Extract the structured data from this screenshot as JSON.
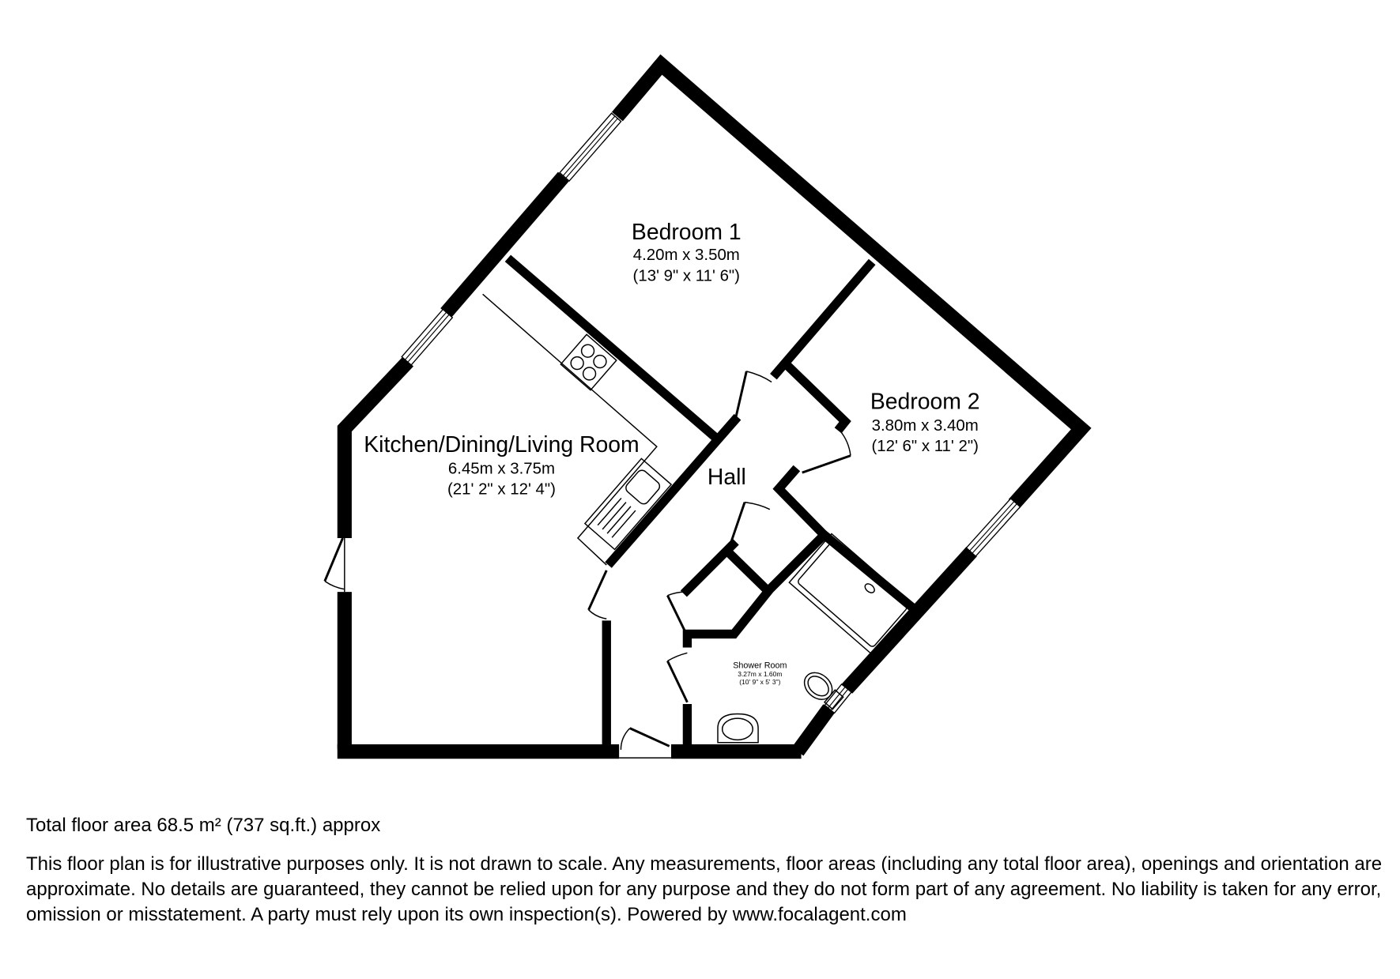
{
  "rooms": {
    "bedroom1": {
      "name": "Bedroom 1",
      "metric": "4.20m x 3.50m",
      "imperial": "(13' 9\" x 11' 6\")"
    },
    "bedroom2": {
      "name": "Bedroom 2",
      "metric": "3.80m x 3.40m",
      "imperial": "(12' 6\" x 11' 2\")"
    },
    "kitchen": {
      "name": "Kitchen/Dining/Living Room",
      "metric": "6.45m x 3.75m",
      "imperial": "(21' 2\" x 12' 4\")"
    },
    "hall": {
      "name": "Hall"
    },
    "shower": {
      "name": "Shower Room",
      "metric": "3.27m x 1.60m",
      "imperial": "(10' 9\" x 5' 3\")"
    }
  },
  "footer": {
    "total_area": "Total floor area 68.5 m² (737 sq.ft.) approx",
    "disclaimer": "This floor plan is for illustrative purposes only. It is not drawn to scale. Any measurements, floor areas (including any total floor area), openings and orientation are approximate. No details are guaranteed, they cannot be relied upon for any purpose and they do not form part of any agreement. No liability is taken for any error, omission or misstatement. A party must rely upon its own inspection(s). Powered by www.focalagent.com"
  },
  "colors": {
    "wall": "#000000",
    "background": "#ffffff"
  }
}
